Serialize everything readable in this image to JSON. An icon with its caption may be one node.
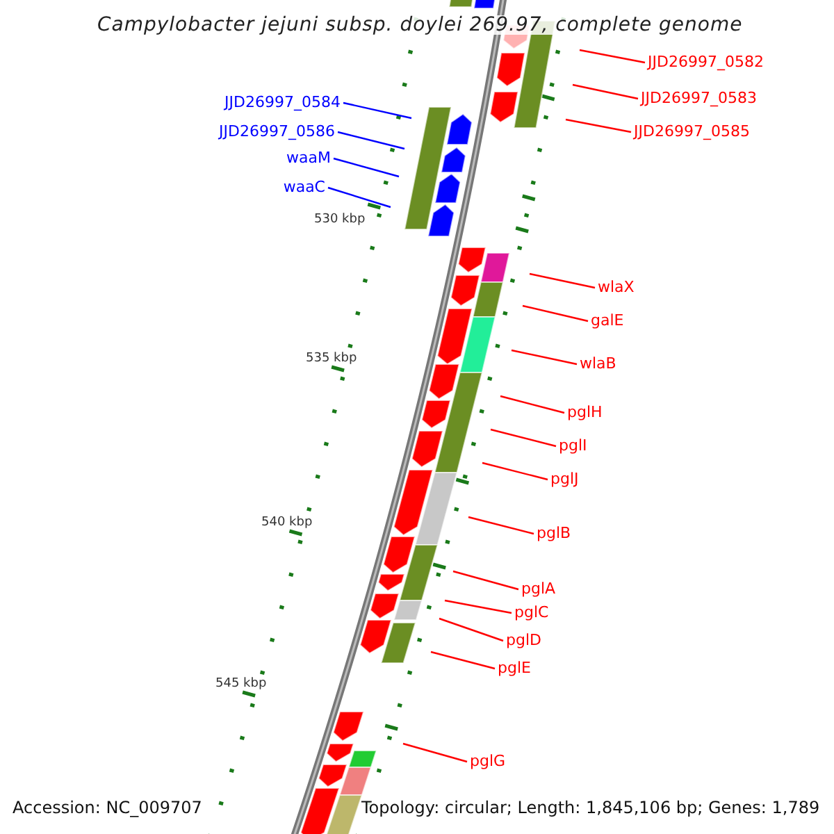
{
  "diagram": {
    "title": "Campylobacter jejuni subsp. doylei 269.97, complete genome",
    "nodes": [
      {
        "text": [
          "JJD26997_0584"
        ]
      },
      {
        "text": [
          "JJD26997_0586"
        ]
      },
      {
        "text": [
          "waaM"
        ]
      },
      {
        "text": [
          "waaC"
        ]
      },
      {
        "text": [
          "JJD26997_0582"
        ]
      },
      {
        "text": [
          "JJD26997_0583"
        ]
      },
      {
        "text": [
          "JJD26997_0585"
        ]
      },
      {
        "text": [
          "wlaX"
        ]
      },
      {
        "text": [
          "galE"
        ]
      },
      {
        "text": [
          "wlaB"
        ]
      },
      {
        "text": [
          "pglH"
        ]
      },
      {
        "text": [
          "pglI"
        ]
      },
      {
        "text": [
          "pglJ"
        ]
      },
      {
        "text": [
          "pglB"
        ]
      },
      {
        "text": [
          "pglA"
        ]
      },
      {
        "text": [
          "pglC"
        ]
      },
      {
        "text": [
          "pglD"
        ]
      },
      {
        "text": [
          "pglE"
        ]
      },
      {
        "text": [
          "pglG"
        ]
      }
    ],
    "edges": [
      {
        "from": 0,
        "to": null,
        "arrow": "none",
        "color": "#0000ff"
      },
      {
        "from": 1,
        "to": null,
        "arrow": "none",
        "color": "#0000ff"
      },
      {
        "from": 2,
        "to": null,
        "arrow": "none",
        "color": "#0000ff"
      },
      {
        "from": 3,
        "to": null,
        "arrow": "none",
        "color": "#0000ff"
      },
      {
        "from": 4,
        "to": null,
        "arrow": "none"
      },
      {
        "from": 5,
        "to": null,
        "arrow": "none"
      },
      {
        "from": 6,
        "to": null,
        "arrow": "none"
      },
      {
        "from": 7,
        "to": null,
        "arrow": "none"
      },
      {
        "from": 8,
        "to": null,
        "arrow": "none"
      },
      {
        "from": 9,
        "to": null,
        "arrow": "none"
      },
      {
        "from": 10,
        "to": null,
        "arrow": "none"
      },
      {
        "from": 11,
        "to": null,
        "arrow": "none"
      },
      {
        "from": 12,
        "to": null,
        "arrow": "none"
      },
      {
        "from": 13,
        "to": null,
        "arrow": "none"
      },
      {
        "from": 14,
        "to": null,
        "arrow": "none"
      },
      {
        "from": 15,
        "to": null,
        "arrow": "none"
      },
      {
        "from": 16,
        "to": null,
        "arrow": "none"
      },
      {
        "from": 17,
        "to": null,
        "arrow": "none"
      },
      {
        "from": 18,
        "to": null,
        "arrow": "none"
      }
    ],
    "labels": [
      "530 kbp",
      "535 kbp",
      "540 kbp",
      "545 kbp",
      "Accession: NC_009707",
      "Topology: circular; Length: 1,845,106 bp; Genes: 1,789"
    ]
  }
}
